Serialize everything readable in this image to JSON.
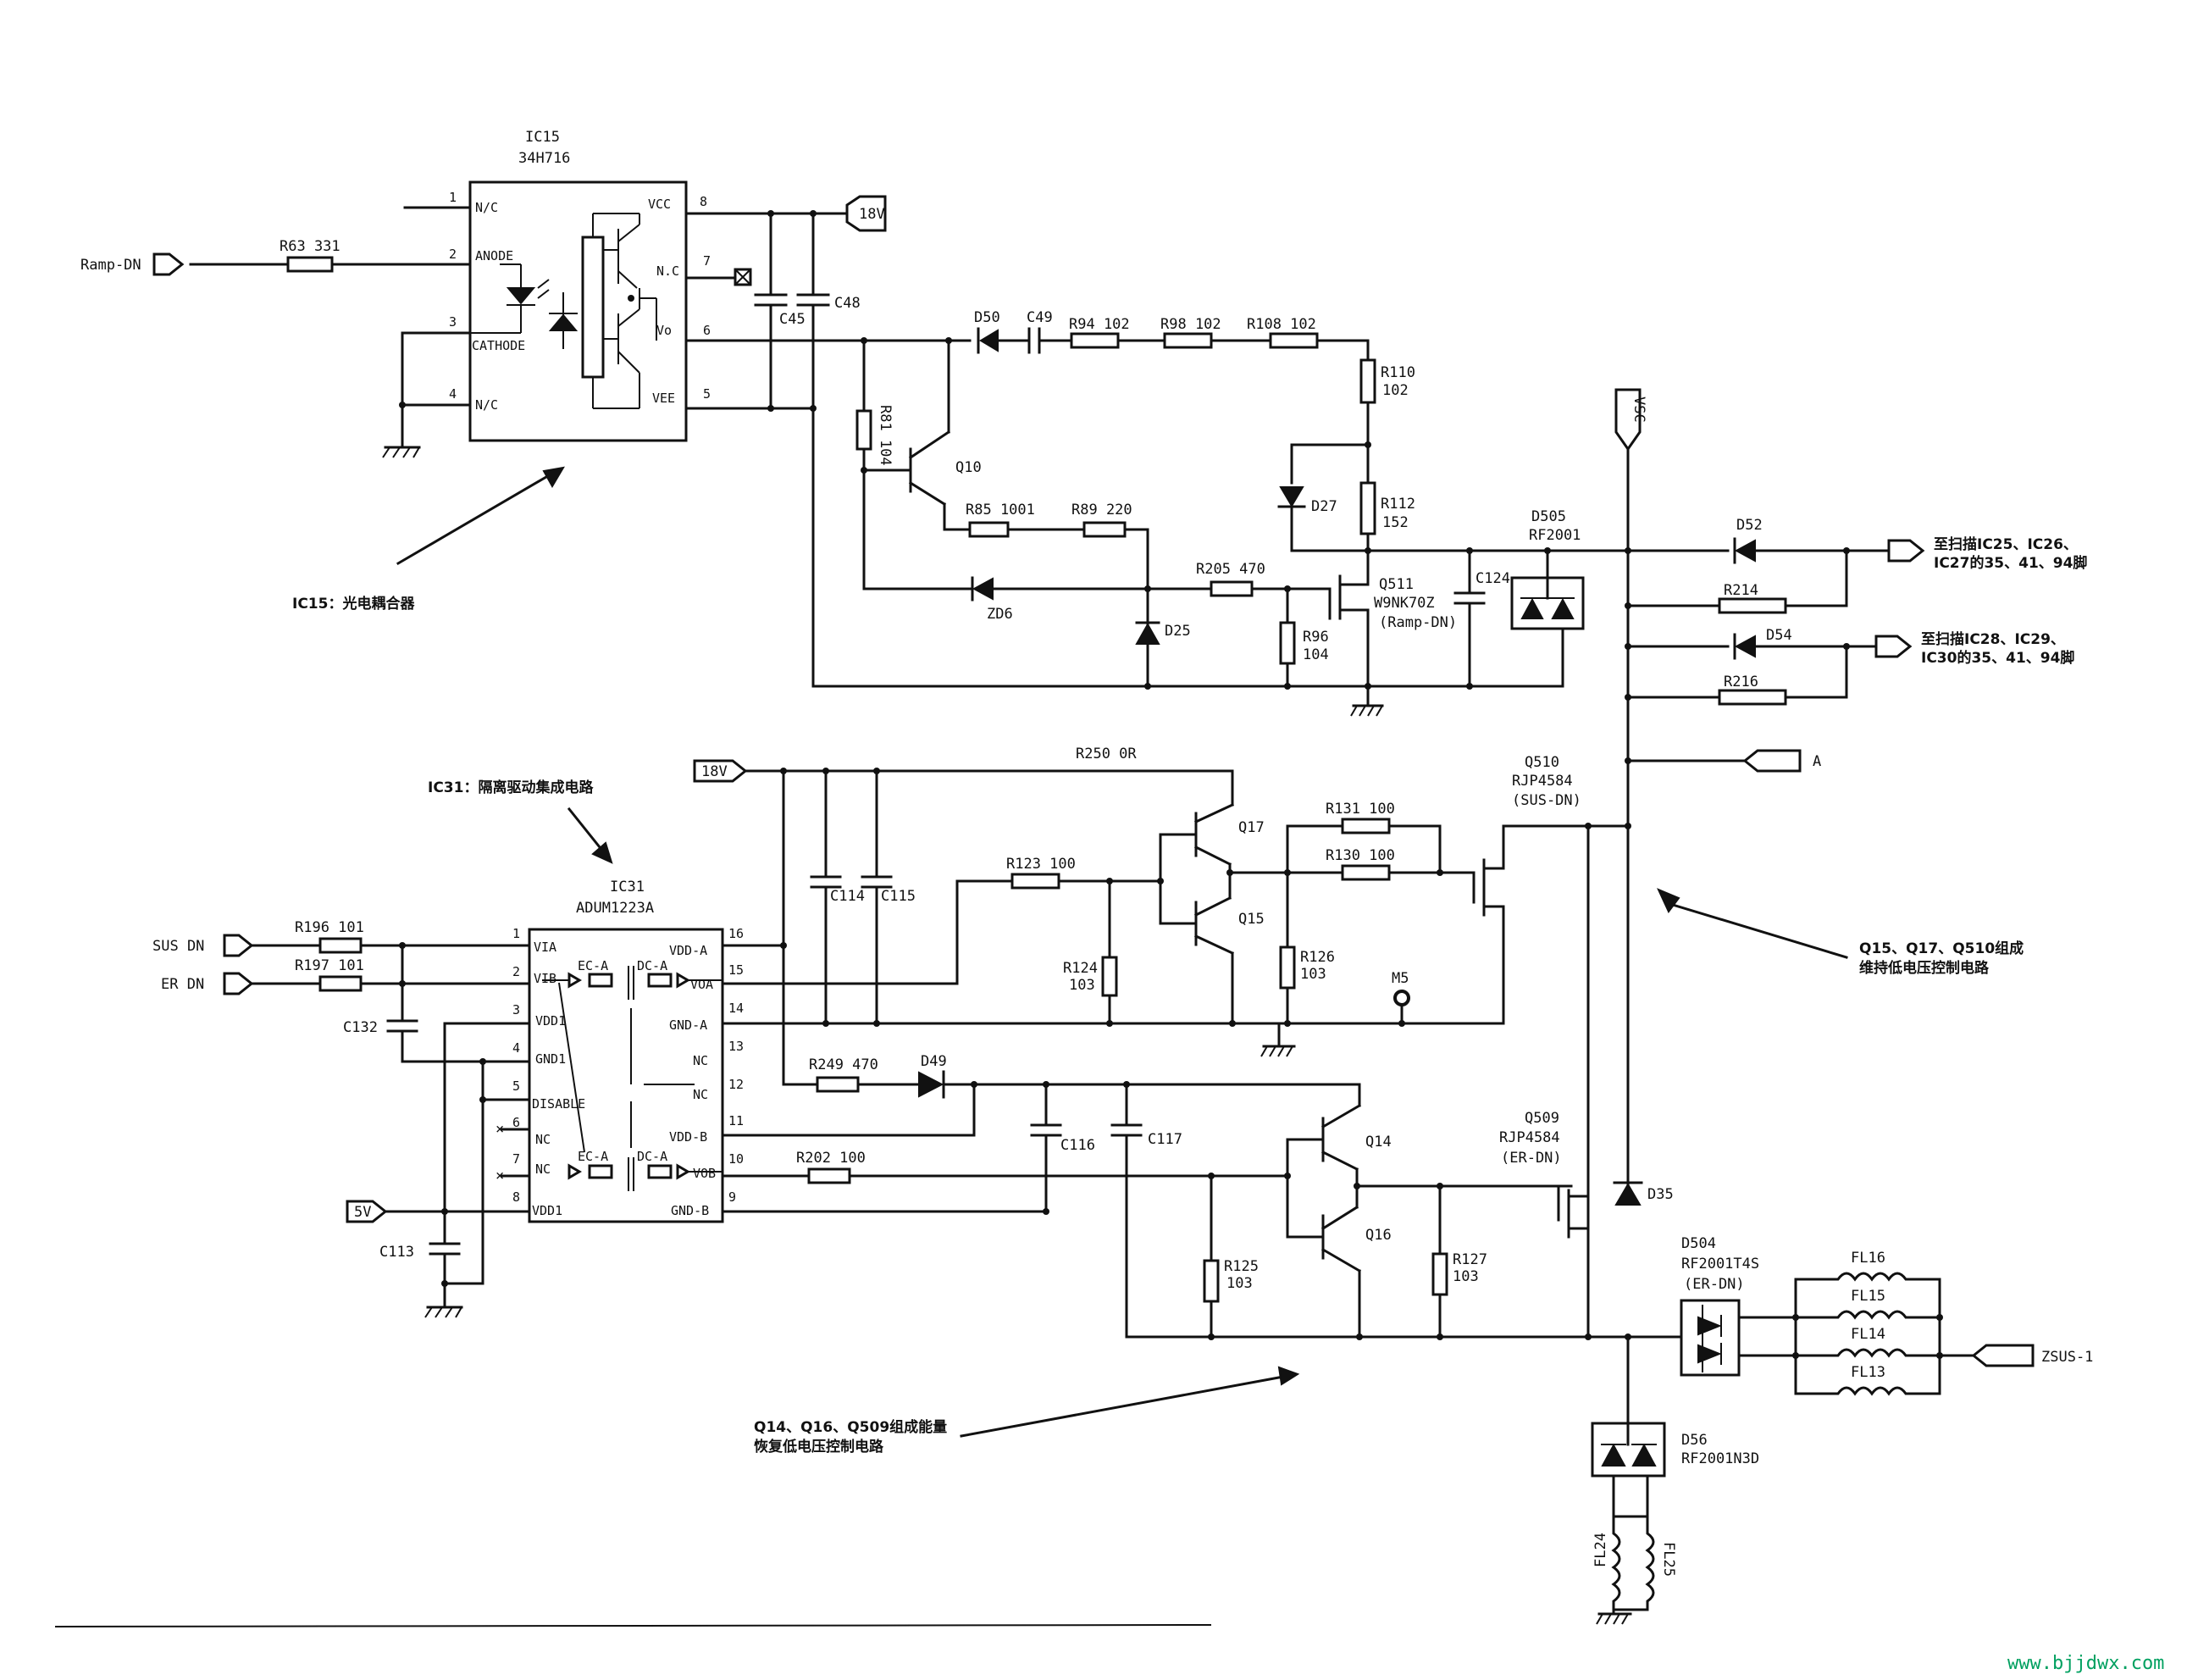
{
  "ic15": {
    "ref": "IC15",
    "part": "34H716",
    "pins": [
      "1",
      "2",
      "3",
      "4",
      "8",
      "7",
      "6",
      "5"
    ],
    "pin_names": [
      "N/C",
      "ANODE",
      "CATHODE",
      "N/C",
      "VCC",
      "N.C",
      "Vo",
      "VEE"
    ],
    "note": "IC15：光电耦合器"
  },
  "ic31": {
    "ref": "IC31",
    "part": "ADUM1223A",
    "note": "IC31：隔离驱动集成电路",
    "left_pins": [
      "1",
      "2",
      "3",
      "4",
      "5",
      "6",
      "7",
      "8"
    ],
    "left_names": [
      "VIA",
      "VIB",
      "VDD1",
      "GND1",
      "DISABLE",
      "NC",
      "NC",
      "VDD1"
    ],
    "right_pins": [
      "16",
      "15",
      "14",
      "13",
      "12",
      "11",
      "10",
      "9"
    ],
    "right_names": [
      "VDD-A",
      "VOA",
      "GND-A",
      "NC",
      "NC",
      "VDD-B",
      "VOB",
      "GND-B"
    ],
    "blocks": [
      "EC-A",
      "DC-A",
      "EC-A",
      "DC-A"
    ]
  },
  "ports": {
    "ramp_dn": "Ramp-DN",
    "v18_top": "18V",
    "v18_mid": "18V",
    "sus_dn": "SUS DN",
    "er_dn": "ER DN",
    "v5": "5V",
    "vsc": "VSC",
    "a": "A",
    "zsus": "ZSUS-1"
  },
  "components": {
    "r63": "R63 331",
    "c45": "C45",
    "c48": "C48",
    "d50": "D50",
    "c49": "C49",
    "r94": "R94 102",
    "r98": "R98 102",
    "r108": "R108 102",
    "r110": "R110",
    "r110v": "102",
    "r112": "R112",
    "r112v": "152",
    "d27": "D27",
    "r81": "R81 104",
    "q10": "Q10",
    "r85": "R85 1001",
    "r89": "R89 220",
    "zd6": "ZD6",
    "d25": "D25",
    "r205": "R205 470",
    "r96": "R96",
    "r96v": "104",
    "q511": "Q511",
    "q511p": "W9NK70Z",
    "q511f": "(Ramp-DN)",
    "c124": "C124",
    "d505": "D505",
    "d505p": "RF2001",
    "d52": "D52",
    "r214": "R214",
    "d54": "D54",
    "r216": "R216",
    "r250": "R250 0R",
    "q17": "Q17",
    "q15": "Q15",
    "r131": "R131 100",
    "r130": "R130 100",
    "r123": "R123 100",
    "r124": "R124",
    "r124v": "103",
    "r126": "R126",
    "r126v": "103",
    "m5": "M5",
    "c114": "C114",
    "c115": "C115",
    "q510": "Q510",
    "q510p": "RJP4584",
    "q510f": "(SUS-DN)",
    "r196": "R196 101",
    "r197": "R197 101",
    "c132": "C132",
    "c113": "C113",
    "r249": "R249 470",
    "d49": "D49",
    "c116": "C116",
    "c117": "C117",
    "r202": "R202 100",
    "q14": "Q14",
    "q16": "Q16",
    "r125": "R125",
    "r125v": "103",
    "r127": "R127",
    "r127v": "103",
    "q509": "Q509",
    "q509p": "RJP4584",
    "q509f": "(ER-DN)",
    "d35": "D35",
    "d504": "D504",
    "d504p": "RF2001T4S",
    "d504f": "(ER-DN)",
    "fl16": "FL16",
    "fl15": "FL15",
    "fl14": "FL14",
    "fl13": "FL13",
    "d56": "D56",
    "d56p": "RF2001N3D",
    "fl24": "FL24",
    "fl25": "FL25"
  },
  "annotations": {
    "scan1_a": "至扫描IC25、IC26、",
    "scan1_b": "IC27的35、41、94脚",
    "scan2_a": "至扫描IC28、IC29、",
    "scan2_b": "IC30的35、41、94脚",
    "sus_ctrl_a": "Q15、Q17、Q510组成",
    "sus_ctrl_b": "维持低电压控制电路",
    "er_ctrl_a": "Q14、Q16、Q509组成能量",
    "er_ctrl_b": "恢复低电压控制电路"
  },
  "watermark": "www.bjjdwx.com"
}
